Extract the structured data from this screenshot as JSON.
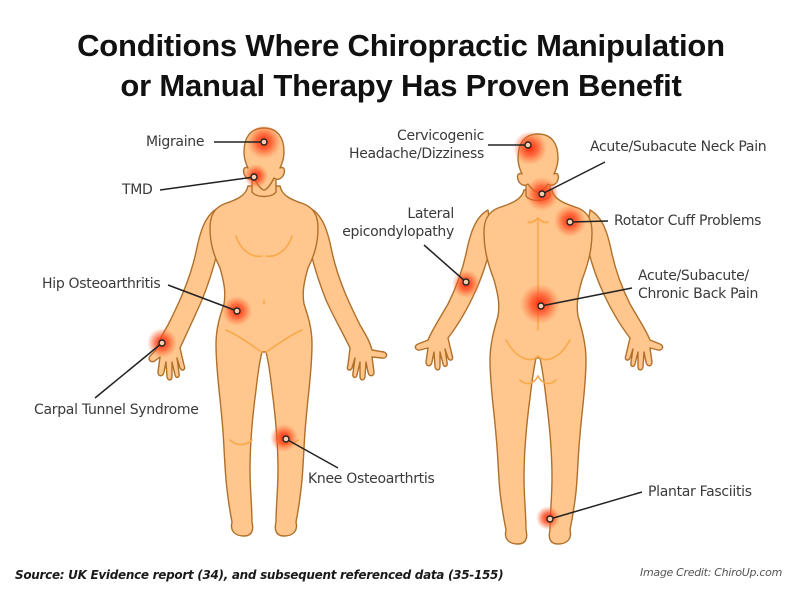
{
  "title": {
    "line1": "Conditions Where Chiropractic Manipulation",
    "line2": "or Manual Therapy Has Proven Benefit"
  },
  "colors": {
    "skin_fill": "#FFC68E",
    "skin_shade": "#F9A94A",
    "skin_outline": "#B0702A",
    "hotspot": "#FF3B1F",
    "leader_line": "#222222",
    "label_text": "#3a3a3a"
  },
  "front_figure": {
    "view": "front",
    "conditions": [
      {
        "label": "Migraine",
        "region": "head-top"
      },
      {
        "label": "TMD",
        "region": "jaw"
      },
      {
        "label": "Hip Osteoarthritis",
        "region": "hip"
      },
      {
        "label": "Carpal Tunnel Syndrome",
        "region": "wrist"
      },
      {
        "label": "Knee Osteoarthrtis",
        "region": "knee"
      }
    ]
  },
  "back_figure": {
    "view": "back",
    "conditions": [
      {
        "label_line1": "Cervicogenic",
        "label_line2": "Headache/Dizziness",
        "region": "back-of-head"
      },
      {
        "label": "Acute/Subacute Neck Pain",
        "region": "neck"
      },
      {
        "label": "Rotator Cuff Problems",
        "region": "shoulder"
      },
      {
        "label_line1": "Lateral",
        "label_line2": "epicondylopathy",
        "region": "elbow"
      },
      {
        "label_line1": "Acute/Subacute/",
        "label_line2": "Chronic Back Pain",
        "region": "lower-back"
      },
      {
        "label": "Plantar Fasciitis",
        "region": "heel"
      }
    ]
  },
  "footer": {
    "source": "Source: UK Evidence report (34), and subsequent referenced data (35-155)",
    "credit": "Image Credit: ChiroUp.com"
  }
}
